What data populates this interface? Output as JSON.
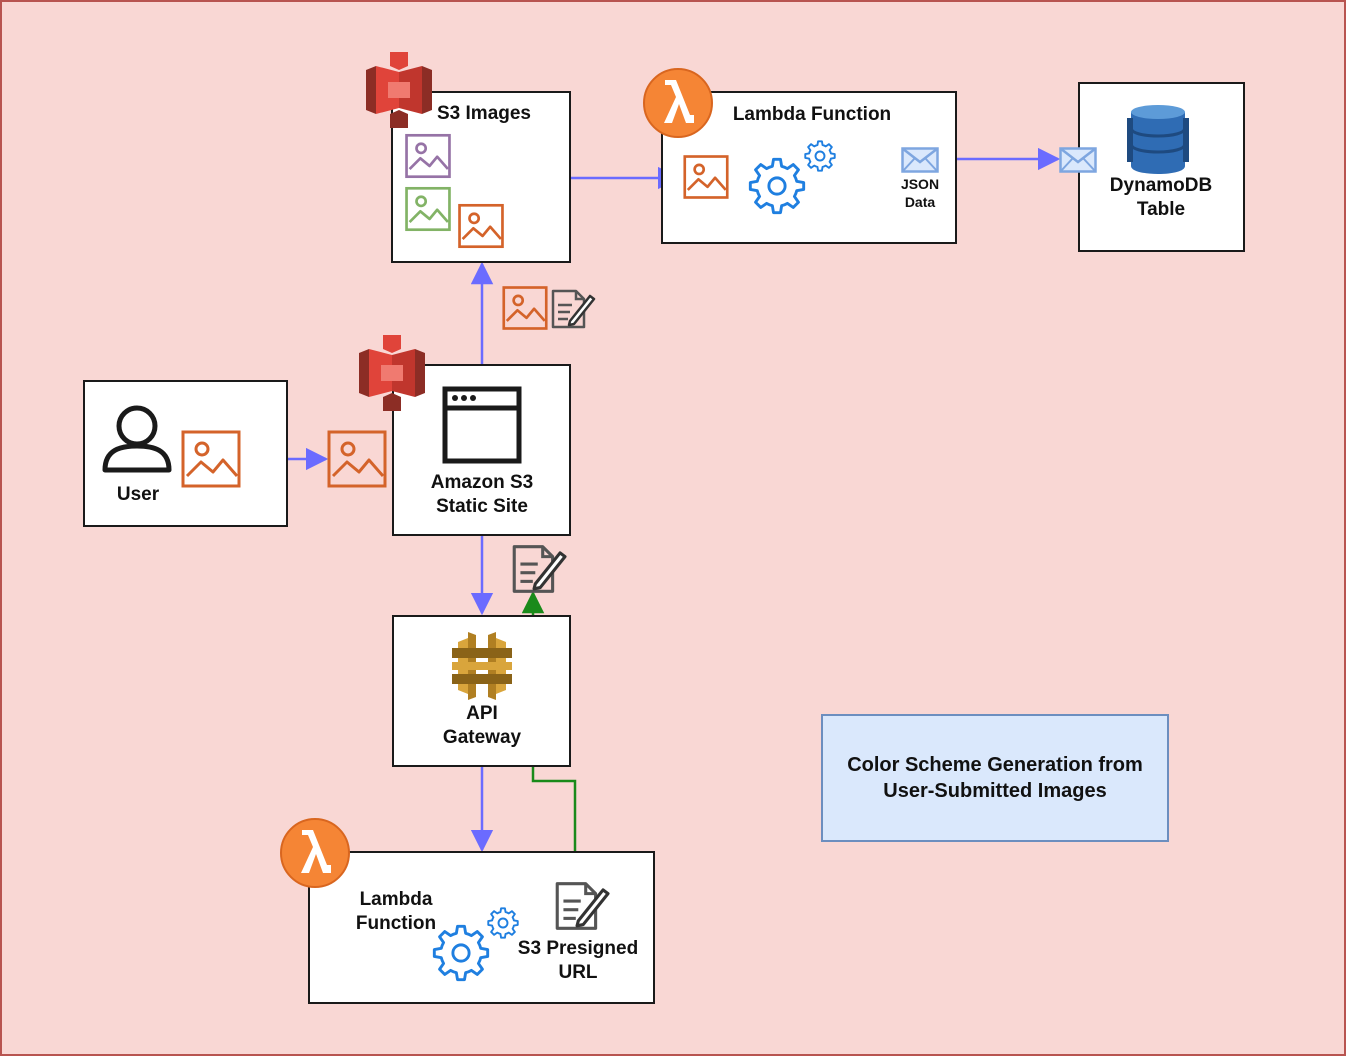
{
  "diagram": {
    "title": "Color Scheme Generation from\nUser-Submitted Images",
    "colors": {
      "background": "#f9d7d4",
      "frame_border": "#b85450",
      "flow_arrow": "#6b6bff",
      "presigned_arrow": "#1a8a1a",
      "image_icon": "#d4632a",
      "gear_icon": "#1f7fe0",
      "s3_brand": "#e0443a",
      "lambda_brand": "#f58535",
      "api_gateway_brand": "#d9a53c",
      "dynamodb_brand": "#2f6cb4",
      "title_fill": "#dae8fc",
      "title_border": "#6c8ebf"
    },
    "nodes": {
      "user": {
        "label": "User",
        "icons": [
          "user-icon",
          "image-icon"
        ]
      },
      "s3_static_site": {
        "label_line1": "Amazon S3",
        "label_line2": "Static Site",
        "icons": [
          "s3-bucket-icon",
          "browser-window-icon"
        ]
      },
      "s3_images": {
        "label": "S3 Images",
        "icons": [
          "s3-bucket-icon",
          "image-icon"
        ]
      },
      "lambda_process": {
        "label": "Lambda Function",
        "json_line1": "JSON",
        "json_line2": "Data",
        "icons": [
          "lambda-icon",
          "image-icon",
          "gear-icon",
          "envelope-icon"
        ]
      },
      "dynamodb": {
        "label_line1": "DynamoDB",
        "label_line2": "Table",
        "icons": [
          "dynamodb-icon",
          "envelope-icon"
        ]
      },
      "api_gateway": {
        "label_line1": "API",
        "label_line2": "Gateway",
        "icons": [
          "api-gateway-icon"
        ]
      },
      "lambda_presign": {
        "label_line1": "Lambda",
        "label_line2": "Function",
        "url_line1": "S3 Presigned",
        "url_line2": "URL",
        "icons": [
          "lambda-icon",
          "gear-icon",
          "signed-document-icon"
        ]
      }
    }
  }
}
